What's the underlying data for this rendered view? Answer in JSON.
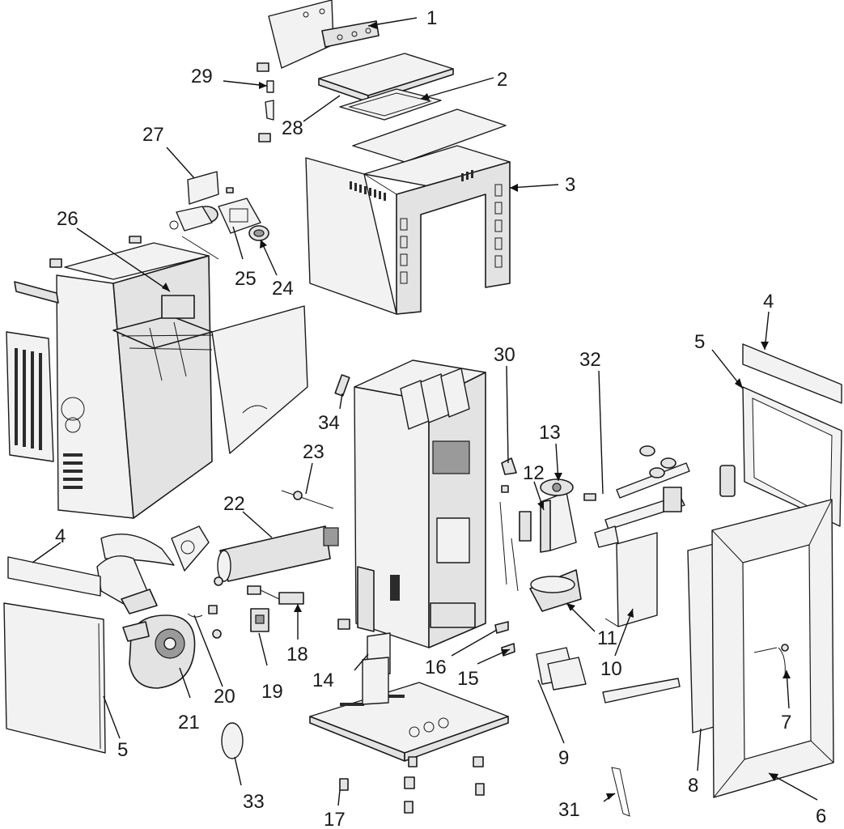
{
  "callouts": [
    {
      "id": "c1",
      "text": "1"
    },
    {
      "id": "c2",
      "text": "2"
    },
    {
      "id": "c3",
      "text": "3"
    },
    {
      "id": "c4a",
      "text": "4"
    },
    {
      "id": "c4b",
      "text": "4"
    },
    {
      "id": "c5a",
      "text": "5"
    },
    {
      "id": "c5b",
      "text": "5"
    },
    {
      "id": "c6",
      "text": "6"
    },
    {
      "id": "c7",
      "text": "7"
    },
    {
      "id": "c8",
      "text": "8"
    },
    {
      "id": "c9",
      "text": "9"
    },
    {
      "id": "c10",
      "text": "10"
    },
    {
      "id": "c11",
      "text": "11"
    },
    {
      "id": "c12",
      "text": "12"
    },
    {
      "id": "c13",
      "text": "13"
    },
    {
      "id": "c14",
      "text": "14"
    },
    {
      "id": "c15",
      "text": "15"
    },
    {
      "id": "c16",
      "text": "16"
    },
    {
      "id": "c17",
      "text": "17"
    },
    {
      "id": "c18",
      "text": "18"
    },
    {
      "id": "c19",
      "text": "19"
    },
    {
      "id": "c20",
      "text": "20"
    },
    {
      "id": "c21",
      "text": "21"
    },
    {
      "id": "c22",
      "text": "22"
    },
    {
      "id": "c23",
      "text": "23"
    },
    {
      "id": "c24",
      "text": "24"
    },
    {
      "id": "c25",
      "text": "25"
    },
    {
      "id": "c26",
      "text": "26"
    },
    {
      "id": "c27",
      "text": "27"
    },
    {
      "id": "c28",
      "text": "28"
    },
    {
      "id": "c29",
      "text": "29"
    },
    {
      "id": "c30",
      "text": "30"
    },
    {
      "id": "c31",
      "text": "31"
    },
    {
      "id": "c32",
      "text": "32"
    },
    {
      "id": "c33",
      "text": "33"
    },
    {
      "id": "c34",
      "text": "34"
    }
  ]
}
